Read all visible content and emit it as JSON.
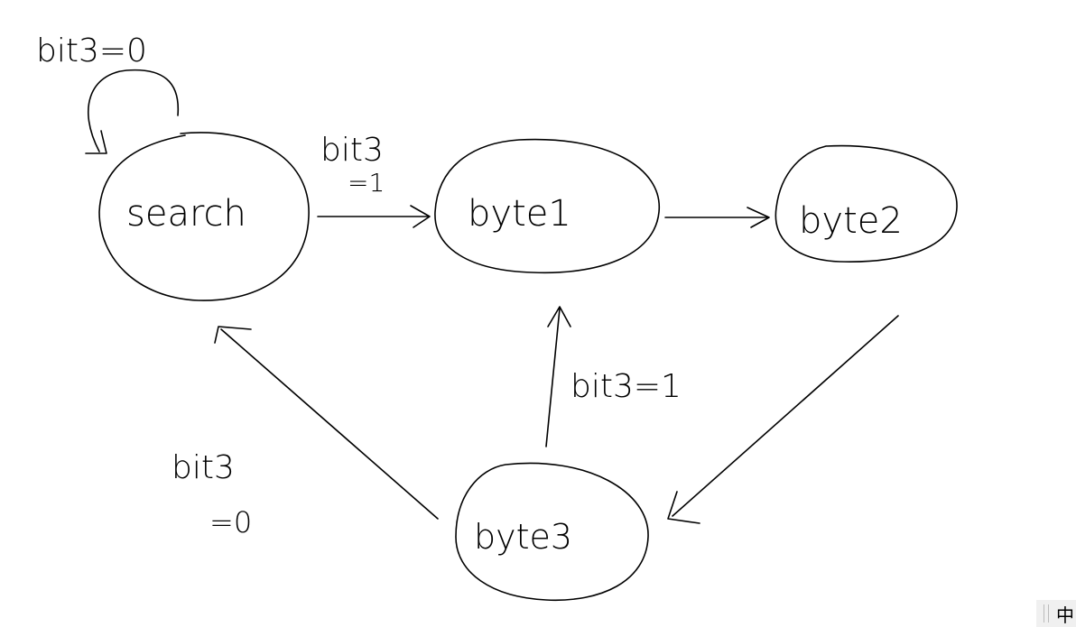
{
  "diagram": {
    "nodes": [
      {
        "id": "search",
        "label": "search"
      },
      {
        "id": "byte1",
        "label": "byte1"
      },
      {
        "id": "byte2",
        "label": "byte2"
      },
      {
        "id": "byte3",
        "label": "byte3"
      }
    ],
    "edges": [
      {
        "from": "search",
        "to": "search",
        "label": "bit3=0"
      },
      {
        "from": "search",
        "to": "byte1",
        "label_line1": "bit3",
        "label_line2": "=1"
      },
      {
        "from": "byte1",
        "to": "byte2",
        "label": ""
      },
      {
        "from": "byte2",
        "to": "byte3",
        "label": ""
      },
      {
        "from": "byte3",
        "to": "byte1",
        "label": "bit3=1"
      },
      {
        "from": "byte3",
        "to": "search",
        "label_line1": "bit3",
        "label_line2": "=0"
      }
    ]
  },
  "ime_indicator": {
    "label": "中"
  }
}
